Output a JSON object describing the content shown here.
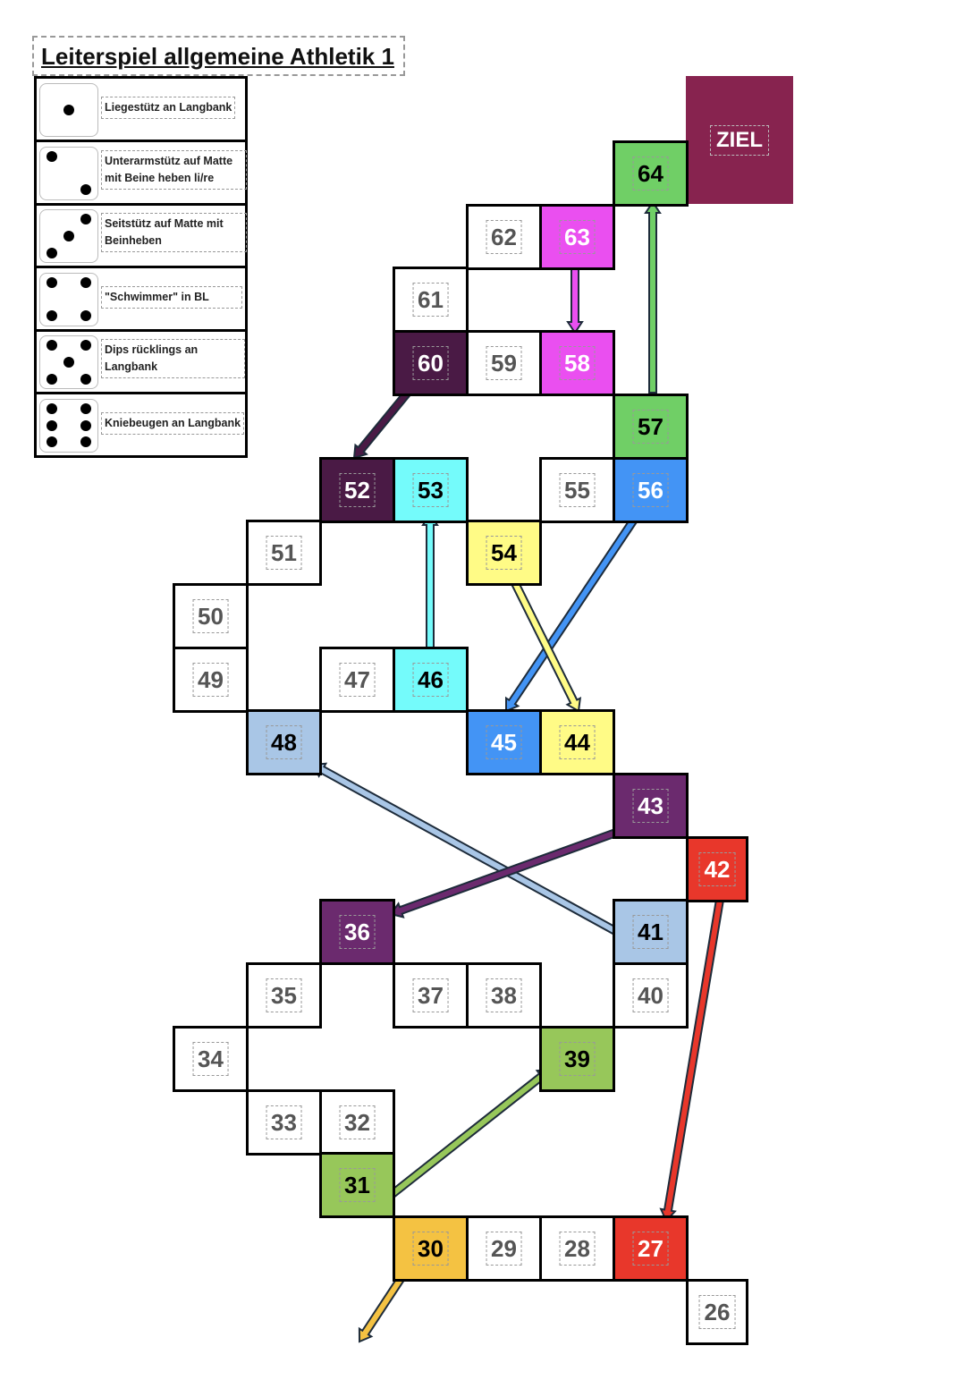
{
  "title": "Leiterspiel allgemeine Athletik 1",
  "legend": [
    {
      "pips": 1,
      "text": "Liegestütz an Langbank"
    },
    {
      "pips": 2,
      "text": "Unterarmstütz auf Matte mit Beine heben li/re"
    },
    {
      "pips": 3,
      "text": "Seitstütz auf Matte mit Beinheben"
    },
    {
      "pips": 4,
      "text": "\"Schwimmer\" in BL"
    },
    {
      "pips": 5,
      "text": "Dips rücklings an Langbank"
    },
    {
      "pips": 6,
      "text": "Kniebeugen an Langbank"
    }
  ],
  "goal": "ZIEL",
  "goal_color": "#87234F",
  "cells": [
    {
      "n": "64",
      "bg": "#70CF66",
      "fg": "#000"
    },
    {
      "n": "62",
      "bg": "#fff",
      "fg": "#555"
    },
    {
      "n": "63",
      "bg": "#EA4FF0",
      "fg": "#fff"
    },
    {
      "n": "61",
      "bg": "#fff",
      "fg": "#555"
    },
    {
      "n": "60",
      "bg": "#4A1A45",
      "fg": "#fff"
    },
    {
      "n": "59",
      "bg": "#fff",
      "fg": "#555"
    },
    {
      "n": "58",
      "bg": "#EA4FF0",
      "fg": "#fff"
    },
    {
      "n": "57",
      "bg": "#70CF66",
      "fg": "#000"
    },
    {
      "n": "52",
      "bg": "#4A1A45",
      "fg": "#fff"
    },
    {
      "n": "53",
      "bg": "#74FBFB",
      "fg": "#000"
    },
    {
      "n": "55",
      "bg": "#fff",
      "fg": "#555"
    },
    {
      "n": "56",
      "bg": "#4394F5",
      "fg": "#fff"
    },
    {
      "n": "51",
      "bg": "#fff",
      "fg": "#555"
    },
    {
      "n": "54",
      "bg": "#FFFB86",
      "fg": "#000"
    },
    {
      "n": "50",
      "bg": "#fff",
      "fg": "#555"
    },
    {
      "n": "49",
      "bg": "#fff",
      "fg": "#555"
    },
    {
      "n": "47",
      "bg": "#fff",
      "fg": "#555"
    },
    {
      "n": "46",
      "bg": "#74FBFB",
      "fg": "#000"
    },
    {
      "n": "48",
      "bg": "#A9C6E6",
      "fg": "#000"
    },
    {
      "n": "45",
      "bg": "#4394F5",
      "fg": "#fff"
    },
    {
      "n": "44",
      "bg": "#FFFB86",
      "fg": "#000"
    },
    {
      "n": "43",
      "bg": "#6B2A6E",
      "fg": "#fff"
    },
    {
      "n": "42",
      "bg": "#E8372B",
      "fg": "#fff"
    },
    {
      "n": "36",
      "bg": "#6B2A6E",
      "fg": "#fff"
    },
    {
      "n": "41",
      "bg": "#A9C6E6",
      "fg": "#000"
    },
    {
      "n": "35",
      "bg": "#fff",
      "fg": "#555"
    },
    {
      "n": "37",
      "bg": "#fff",
      "fg": "#555"
    },
    {
      "n": "38",
      "bg": "#fff",
      "fg": "#555"
    },
    {
      "n": "40",
      "bg": "#fff",
      "fg": "#555"
    },
    {
      "n": "34",
      "bg": "#fff",
      "fg": "#555"
    },
    {
      "n": "39",
      "bg": "#97C75A",
      "fg": "#000"
    },
    {
      "n": "33",
      "bg": "#fff",
      "fg": "#555"
    },
    {
      "n": "32",
      "bg": "#fff",
      "fg": "#555"
    },
    {
      "n": "31",
      "bg": "#97C75A",
      "fg": "#000"
    },
    {
      "n": "30",
      "bg": "#F4C242",
      "fg": "#000"
    },
    {
      "n": "29",
      "bg": "#fff",
      "fg": "#555"
    },
    {
      "n": "28",
      "bg": "#fff",
      "fg": "#555"
    },
    {
      "n": "27",
      "bg": "#E8372B",
      "fg": "#fff"
    },
    {
      "n": "26",
      "bg": "#fff",
      "fg": "#555"
    }
  ],
  "arrows": [
    {
      "from": "63",
      "to": "58",
      "type": "snake",
      "color": "#EA4FF0"
    },
    {
      "from": "57",
      "to": "64",
      "type": "ladder",
      "color": "#70CF66"
    },
    {
      "from": "60",
      "to": "52",
      "type": "snake",
      "color": "#4A1A45"
    },
    {
      "from": "56",
      "to": "45",
      "type": "snake",
      "color": "#4394F5"
    },
    {
      "from": "54",
      "to": "44",
      "type": "snake",
      "color": "#FFFB86"
    },
    {
      "from": "46",
      "to": "53",
      "type": "ladder",
      "color": "#74FBFB"
    },
    {
      "from": "41",
      "to": "48",
      "type": "ladder",
      "color": "#A9C6E6"
    },
    {
      "from": "43",
      "to": "36",
      "type": "snake",
      "color": "#6B2A6E"
    },
    {
      "from": "42",
      "to": "27",
      "type": "snake",
      "color": "#E8372B"
    },
    {
      "from": "31",
      "to": "39",
      "type": "ladder",
      "color": "#97C75A"
    },
    {
      "from": "30",
      "to": "offboard",
      "type": "snake",
      "color": "#F4C242"
    }
  ]
}
